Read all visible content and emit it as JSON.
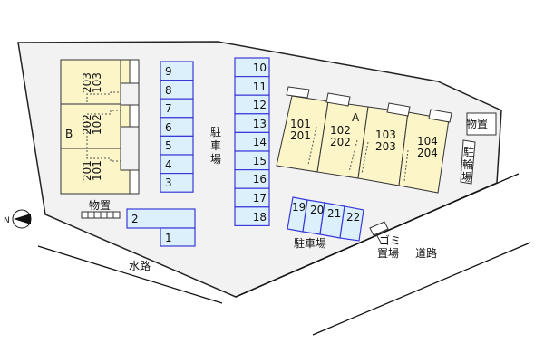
{
  "building_b": {
    "label": "B",
    "units": [
      "203\n103",
      "202\n102",
      "201\n101"
    ],
    "unit_top": [
      "203",
      "202",
      "201"
    ],
    "unit_bottom": [
      "103",
      "102",
      "101"
    ]
  },
  "building_a": {
    "label": "A",
    "units_top": [
      "101",
      "102",
      "103",
      "104"
    ],
    "units_bottom": [
      "201",
      "202",
      "203",
      "204"
    ]
  },
  "parking_left": [
    "9",
    "8",
    "7",
    "6",
    "5",
    "4",
    "3"
  ],
  "parking_middle": [
    "10",
    "11",
    "12",
    "13",
    "14",
    "15",
    "16",
    "17",
    "18"
  ],
  "parking_bottom": [
    "2",
    "1"
  ],
  "parking_front": [
    "19",
    "20",
    "21",
    "22"
  ],
  "labels": {
    "parking_vertical": [
      "駐",
      "車",
      "場"
    ],
    "parking": "駐車場",
    "storage_left": "物置",
    "storage_right": "物置",
    "bicycle": [
      "駐",
      "輪",
      "場"
    ],
    "garbage_1": "ゴミ",
    "garbage_2": "置場",
    "road": "道路",
    "waterway": "水路",
    "north": "N"
  },
  "colors": {
    "building": "#fbf5c8",
    "parking": "#dcf0fc",
    "parking_border": "#3a3ad8",
    "lot": "#f2f2f2"
  }
}
